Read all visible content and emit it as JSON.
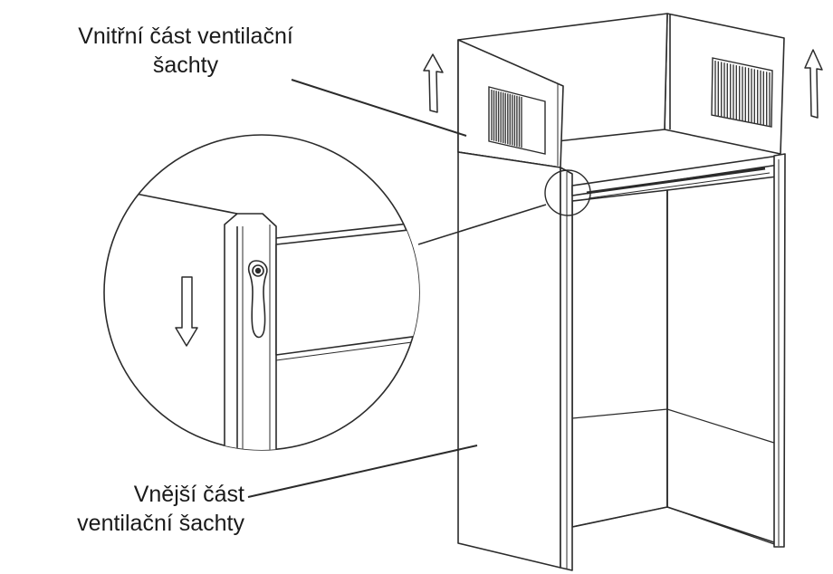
{
  "labels": {
    "inner_line1": "Vnitřní část ventilační",
    "inner_line2": "šachty",
    "outer_line1": "Vnější část",
    "outer_line2": "ventilační šachty"
  },
  "colors": {
    "line": "#2b2b2b",
    "grille": "#3a3a3a",
    "panel": "#ffffff"
  },
  "icons": {
    "up_arrow_left": "arrow-up-icon",
    "up_arrow_right": "arrow-up-icon",
    "down_arrow_detail": "arrow-down-icon",
    "fastener": "keyhole-icon"
  }
}
